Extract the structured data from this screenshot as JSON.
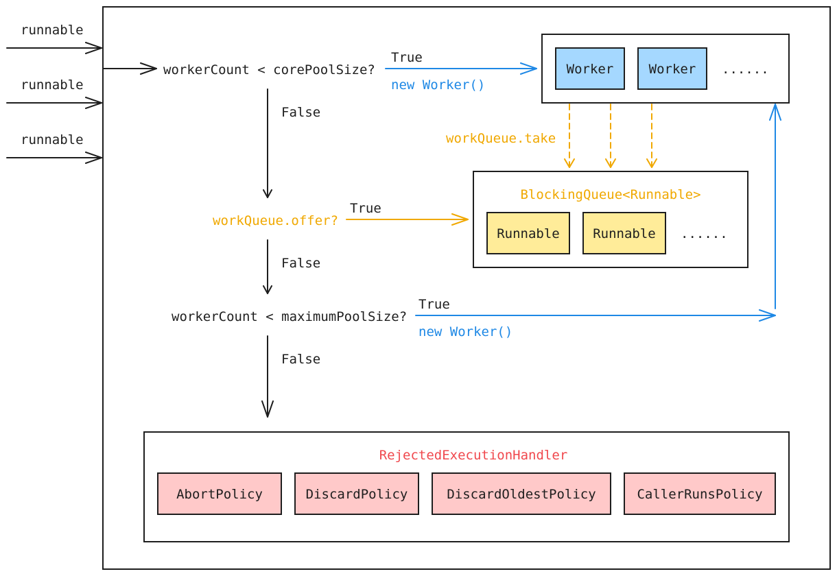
{
  "inputs": [
    "runnable",
    "runnable",
    "runnable"
  ],
  "decisions": {
    "core": "workerCount < corePoolSize?",
    "offer": "workQueue.offer?",
    "max": "workerCount < maximumPoolSize?"
  },
  "branch_labels": {
    "true_1": "True",
    "false_1": "False",
    "true_2": "True",
    "false_2": "False",
    "true_3": "True",
    "false_3": "False"
  },
  "actions": {
    "new_worker_1": "new Worker()",
    "new_worker_2": "new Worker()",
    "take": "workQueue.take"
  },
  "worker_pool": {
    "workers": [
      "Worker",
      "Worker"
    ],
    "ellipsis": "......"
  },
  "queue": {
    "title": "BlockingQueue<Runnable>",
    "items": [
      "Runnable",
      "Runnable"
    ],
    "ellipsis": "......"
  },
  "handler": {
    "title": "RejectedExecutionHandler",
    "policies": [
      "AbortPolicy",
      "DiscardPolicy",
      "DiscardOldestPolicy",
      "CallerRunsPolicy"
    ]
  },
  "colors": {
    "black": "#1e1e1e",
    "blue": "#1e88e5",
    "orange": "#f0a800",
    "red": "#f0484d",
    "worker_fill": "#a5d8ff",
    "runnable_fill": "#ffec99",
    "policy_fill": "#ffc9c9"
  }
}
